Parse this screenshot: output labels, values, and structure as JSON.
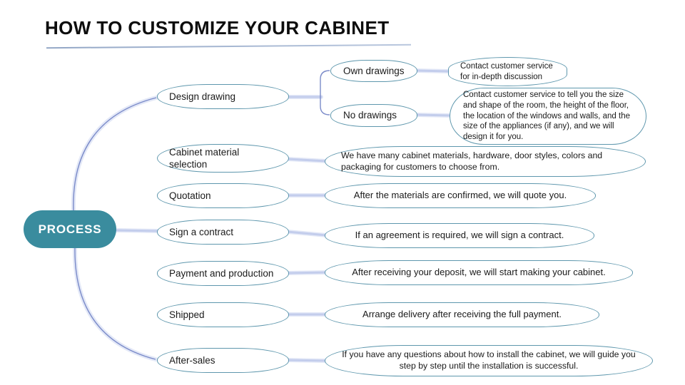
{
  "title": "HOW TO CUSTOMIZE YOUR CABINET",
  "root_label": "PROCESS",
  "steps": [
    {
      "label": "Design drawing"
    },
    {
      "label": "Cabinet material selection",
      "desc": "We have many cabinet materials, hardware, door styles, colors and packaging for customers to choose from."
    },
    {
      "label": "Quotation",
      "desc": "After the materials are confirmed, we will quote you."
    },
    {
      "label": "Sign a contract",
      "desc": "If an agreement is required, we will sign a contract."
    },
    {
      "label": "Payment and production",
      "desc": "After receiving your deposit, we will start making your cabinet."
    },
    {
      "label": "Shipped",
      "desc": "Arrange delivery after receiving the full payment."
    },
    {
      "label": "After-sales",
      "desc": "If you have any questions about how to install the cabinet, we will guide you step by step until the installation is successful."
    }
  ],
  "design_options": [
    {
      "label": "Own drawings",
      "desc": "Contact customer service for in-depth discussion"
    },
    {
      "label": "No drawings",
      "desc": "Contact customer service to tell you the size and shape of the room, the height of the floor, the location of the windows and walls, and the size of the appliances (if any), and we will design it for you."
    }
  ],
  "colors": {
    "root_fill": "#3a8c9e",
    "node_border": "#5e97ad",
    "connector": "#c3cdec",
    "branch": "#7b8bc9"
  }
}
